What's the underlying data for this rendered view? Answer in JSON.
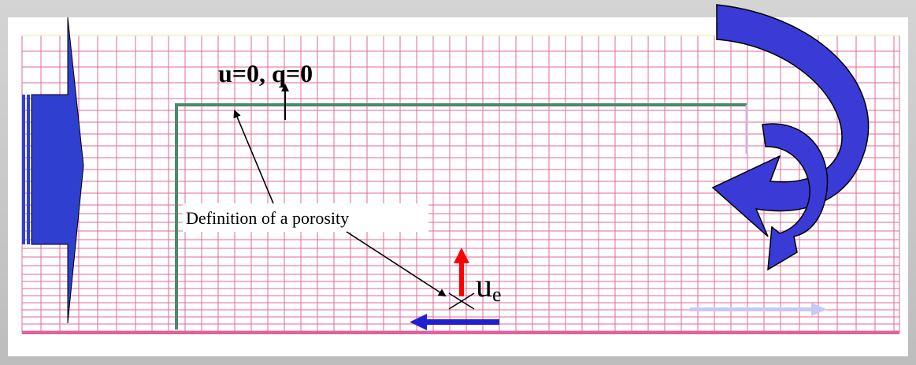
{
  "labels": {
    "boundary_condition": "u=0, q=0",
    "porosity": "Definition of a porosity",
    "velocity_symbol": "u",
    "velocity_subscript": "e"
  },
  "colors": {
    "grid_line": "#e0689a",
    "grid_border_top": "#e8e8a0",
    "ground_line": "#e060a0",
    "porosity_boundary": "#4a8a6a",
    "inlet_shape": "#2f3fd0",
    "vortex_arrow": "#3a3ad6",
    "vector_red": "#ff0000",
    "vector_blue": "#2020d0",
    "vector_light": "#c8c8f8"
  },
  "icons": {
    "inlet": "inlet-profile-icon",
    "vortex": "curved-arrow-icon"
  }
}
